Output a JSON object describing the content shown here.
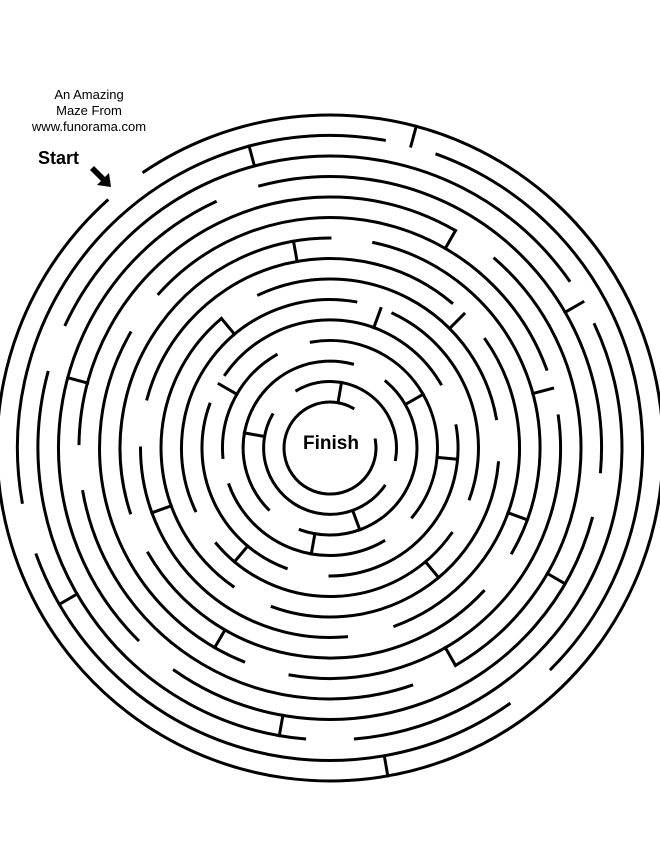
{
  "credit": {
    "line1": "An Amazing",
    "line2": "Maze From",
    "line3": "www.funorama.com"
  },
  "start": {
    "label": "Start"
  },
  "finish": {
    "label": "Finish"
  },
  "colors": {
    "wall": "#000000",
    "background": "#ffffff"
  }
}
